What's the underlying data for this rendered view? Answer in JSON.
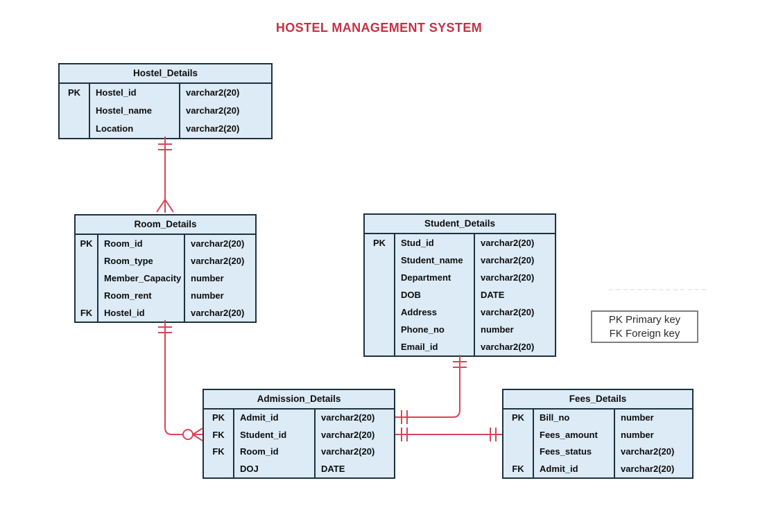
{
  "title": "HOSTEL MANAGEMENT SYSTEM",
  "colors": {
    "table_fill": "#dcebf6",
    "table_border": "#1d323e",
    "relationship_red": "#d94456",
    "title_red": "#c43145",
    "text": "#0d0d0d",
    "legend_border": "#7f7f7f"
  },
  "legend": {
    "lines": [
      "PK Primary key",
      "FK Foreign key"
    ]
  },
  "tables": [
    {
      "id": "hostel_details",
      "name": "Hostel_Details",
      "rows": [
        {
          "key": "PK",
          "field": "Hostel_id",
          "type": "varchar2(20)"
        },
        {
          "key": "",
          "field": "Hostel_name",
          "type": "varchar2(20)"
        },
        {
          "key": "",
          "field": "Location",
          "type": "varchar2(20)"
        }
      ]
    },
    {
      "id": "room_details",
      "name": "Room_Details",
      "rows": [
        {
          "key": "PK",
          "field": "Room_id",
          "type": "varchar2(20)"
        },
        {
          "key": "",
          "field": "Room_type",
          "type": "varchar2(20)"
        },
        {
          "key": "",
          "field": "Member_Capacity",
          "type": "number"
        },
        {
          "key": "",
          "field": "Room_rent",
          "type": "number"
        },
        {
          "key": "FK",
          "field": "Hostel_id",
          "type": "varchar2(20)"
        }
      ]
    },
    {
      "id": "student_details",
      "name": "Student_Details",
      "rows": [
        {
          "key": "PK",
          "field": "Stud_id",
          "type": "varchar2(20)"
        },
        {
          "key": "",
          "field": "Student_name",
          "type": "varchar2(20)"
        },
        {
          "key": "",
          "field": "Department",
          "type": "varchar2(20)"
        },
        {
          "key": "",
          "field": "DOB",
          "type": "DATE"
        },
        {
          "key": "",
          "field": "Address",
          "type": "varchar2(20)"
        },
        {
          "key": "",
          "field": "Phone_no",
          "type": "number"
        },
        {
          "key": "",
          "field": "Email_id",
          "type": "varchar2(20)"
        }
      ]
    },
    {
      "id": "admission_details",
      "name": "Admission_Details",
      "rows": [
        {
          "key": "PK",
          "field": "Admit_id",
          "type": "varchar2(20)"
        },
        {
          "key": "FK",
          "field": "Student_id",
          "type": "varchar2(20)"
        },
        {
          "key": "FK",
          "field": "Room_id",
          "type": "varchar2(20)"
        },
        {
          "key": "",
          "field": "DOJ",
          "type": "DATE"
        }
      ]
    },
    {
      "id": "fees_details",
      "name": "Fees_Details",
      "rows": [
        {
          "key": "PK",
          "field": "Bill_no",
          "type": "number"
        },
        {
          "key": "",
          "field": "Fees_amount",
          "type": "number"
        },
        {
          "key": "",
          "field": "Fees_status",
          "type": "varchar2(20)"
        },
        {
          "key": "FK",
          "field": "Admit_id",
          "type": "varchar2(20)"
        }
      ]
    }
  ],
  "relationships": [
    {
      "from": "Hostel_Details",
      "to": "Room_Details",
      "from_cardinality": "exactly one",
      "to_cardinality": "many"
    },
    {
      "from": "Room_Details",
      "to": "Admission_Details",
      "from_cardinality": "exactly one",
      "to_cardinality": "zero or many"
    },
    {
      "from": "Student_Details",
      "to": "Admission_Details",
      "from_cardinality": "exactly one",
      "to_cardinality": "exactly one"
    },
    {
      "from": "Admission_Details",
      "to": "Fees_Details",
      "from_cardinality": "exactly one",
      "to_cardinality": "exactly one"
    }
  ]
}
